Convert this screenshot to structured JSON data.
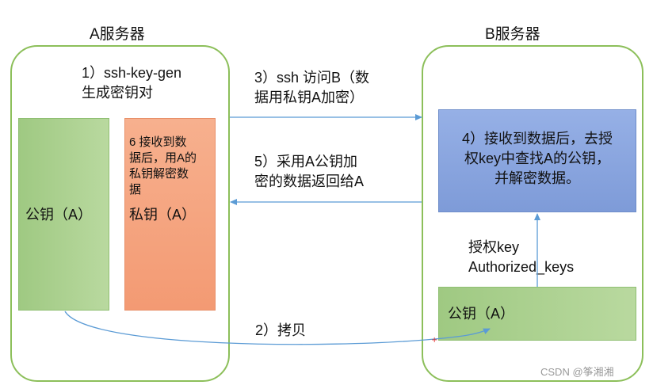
{
  "server_a": {
    "title": "A服务器",
    "step1_line1": "1）ssh-key-gen",
    "step1_line2": "生成密钥对",
    "public_key_label": "公钥（A）",
    "step6_line1": "6 接收到数",
    "step6_line2": "据后，用A的",
    "step6_line3": "私钥解密数",
    "step6_line4": "据",
    "private_key_label": "私钥（A）"
  },
  "server_b": {
    "title": "B服务器",
    "step4_line1": "4）接收到数据后，去授",
    "step4_line2": "权key中查找A的公钥，",
    "step4_line3": "并解密数据。",
    "auth_key_line1": "授权key",
    "auth_key_line2": "Authorized_keys",
    "public_key_label": "公钥（A）"
  },
  "arrows": {
    "step3_line1": "3）ssh 访问B（数",
    "step3_line2": "据用私钥A加密）",
    "step5_line1": "5）采用A公钥加",
    "step5_line2": "密的数据返回给A",
    "step2_label": "2）拷贝"
  },
  "watermark": "CSDN @筝湘湘",
  "colors": {
    "server_border": "#8cbf5a",
    "green_fill": "#a9d08e",
    "orange_fill": "#f4a582",
    "blue_fill": "#8faadc",
    "arrow": "#5b9bd5"
  }
}
